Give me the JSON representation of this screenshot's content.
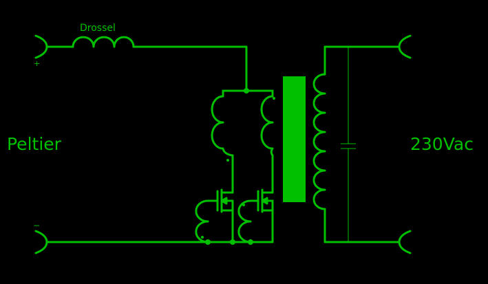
{
  "colors": {
    "background": "#000000",
    "wire": "#00c000",
    "core": "#00c000"
  },
  "labels": {
    "drossel": "Drossel",
    "plus": "+",
    "minus": "−",
    "left": "Peltier",
    "right": "230Vac"
  }
}
